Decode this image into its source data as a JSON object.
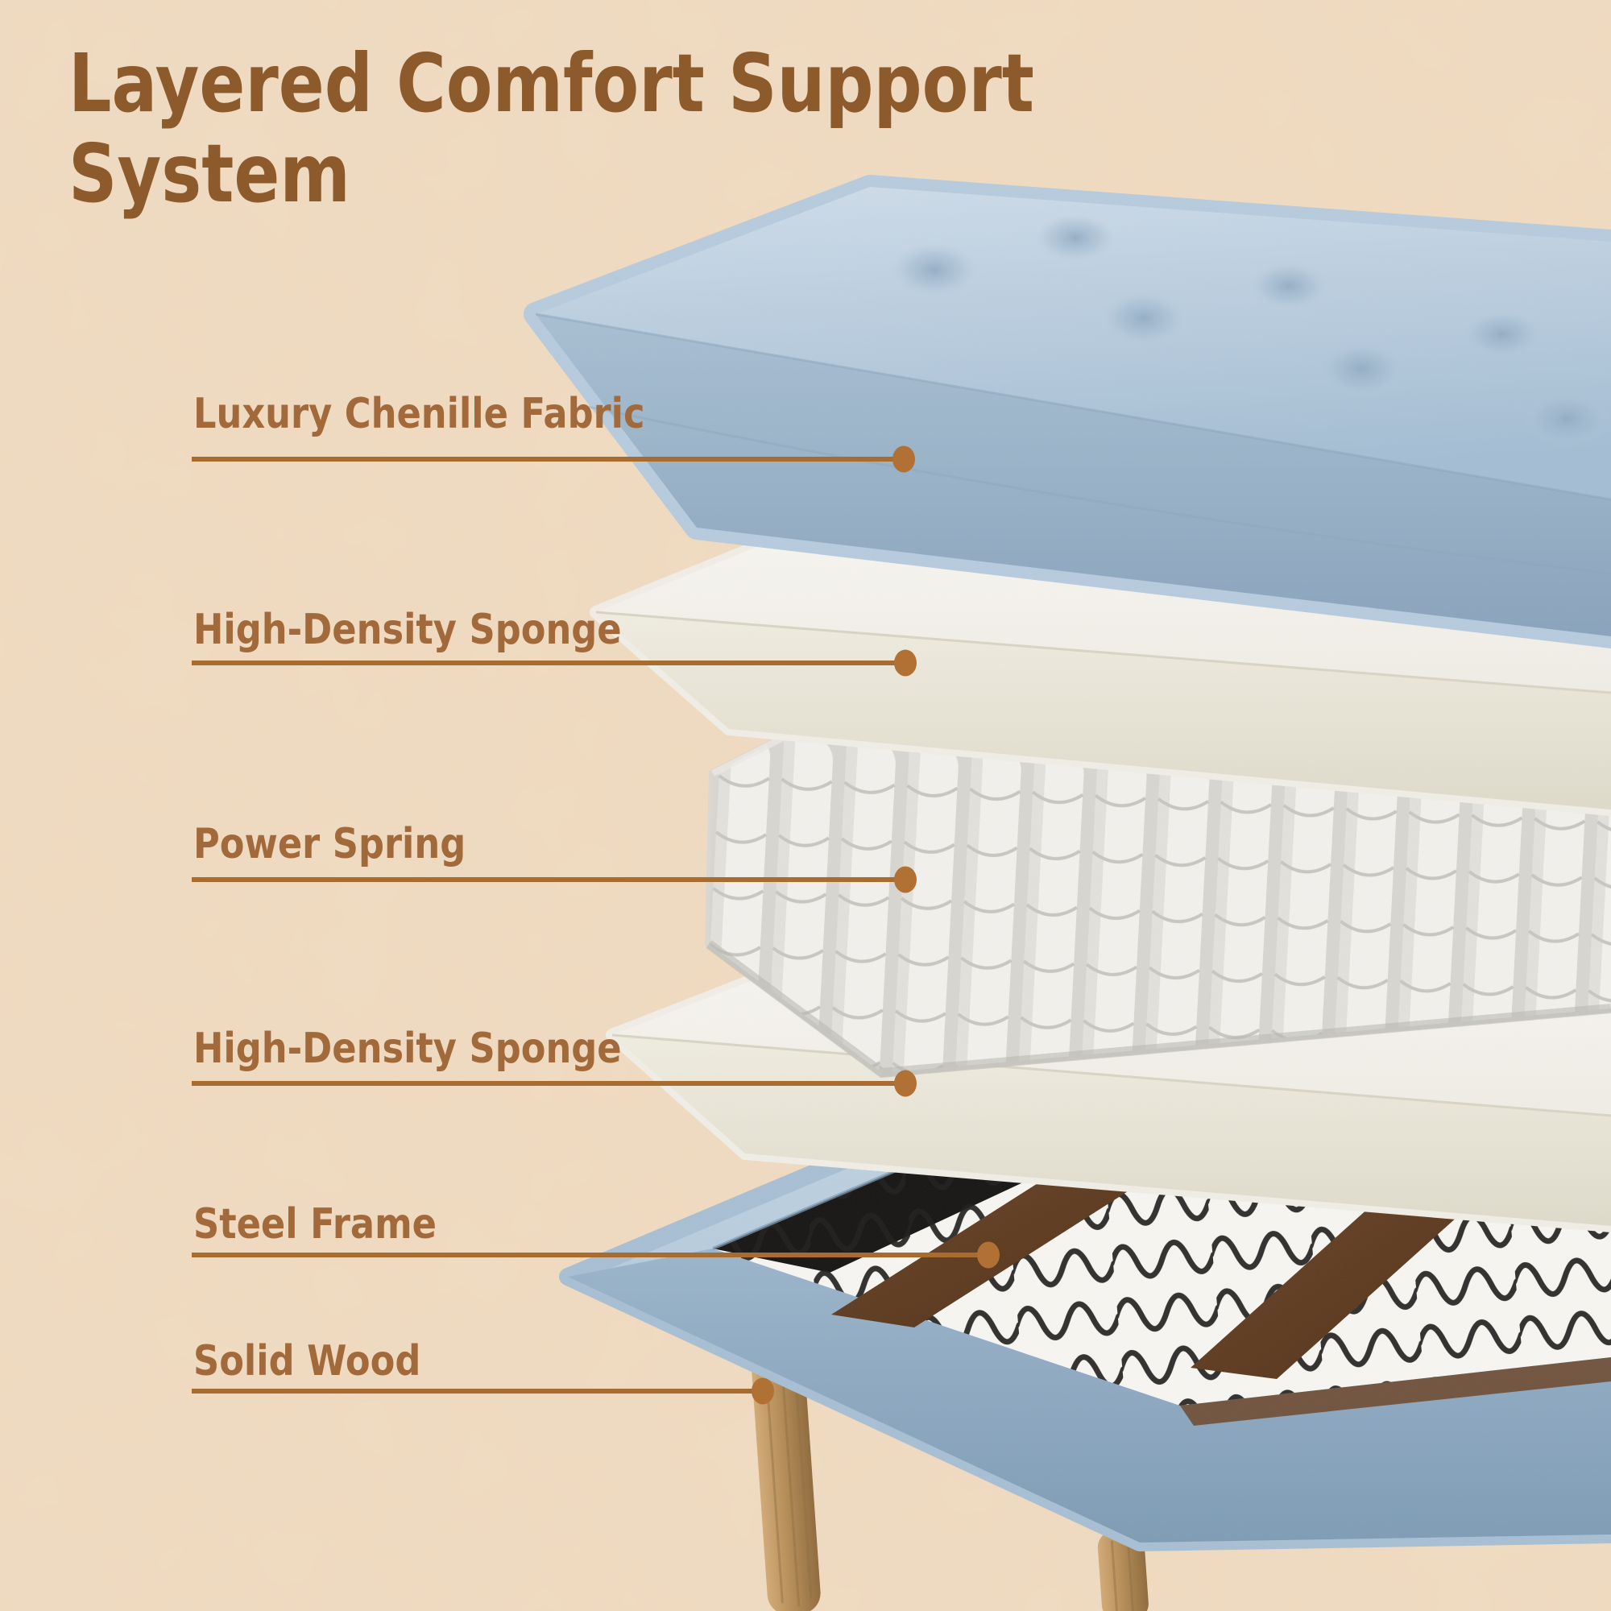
{
  "title": {
    "line1": "Layered Comfort Support",
    "line2": "System",
    "full": "Layered Comfort Support System"
  },
  "labels": [
    {
      "text": "Luxury Chenille Fabric"
    },
    {
      "text": "High-Density Sponge"
    },
    {
      "text": "Power Spring"
    },
    {
      "text": "High-Density Sponge"
    },
    {
      "text": "Steel Frame"
    },
    {
      "text": "Solid Wood"
    }
  ],
  "diagram": {
    "type": "exploded-view-product-infographic",
    "subject": "upholstered storage bench / ottoman",
    "layers_top_to_bottom": [
      "chenille-fabric-cushion",
      "high-density-sponge-top",
      "pocket-spring-core",
      "high-density-sponge-bottom",
      "steel-frame-base",
      "solid-wood-legs"
    ]
  },
  "colors": {
    "background": "#f1ddc4",
    "title_text": "#8d5a2c",
    "label_text": "#a26a3b",
    "leader_line": "#a86c31",
    "dot": "#b17134",
    "fabric_blue": "#b3c9dd",
    "sponge_white": "#f4f3ee",
    "spring_grey": "#e6e6e2",
    "steel_spring_black": "#1d1d1d",
    "wood_leg": "#b08b58",
    "wood_bar_dark": "#5e3b24"
  }
}
